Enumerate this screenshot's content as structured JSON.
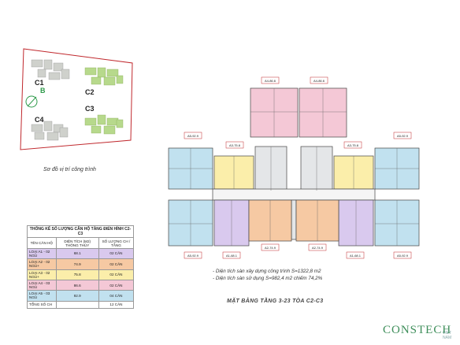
{
  "site_plan": {
    "labels": {
      "c1": "C1",
      "c2": "C2",
      "c3": "C3",
      "c4": "C4",
      "b": "B"
    },
    "caption": "Sơ đồ vị trí công trình",
    "colors": {
      "outline": "#c0282d",
      "grey_block": "#cfd1cc",
      "green_block": "#b7d98c"
    }
  },
  "stats_table": {
    "title": "THỐNG KÊ SỐ LƯỢNG CĂN HỘ TẦNG ĐIỂN HÌNH C2-C3",
    "headers": [
      "TÊN CĂN HỘ",
      "DIỆN TÍCH (M2) THÔNG THỦY",
      "SỐ LƯỢNG CH / TẦNG"
    ],
    "rows": [
      {
        "name": "LOẠI A1 - 02 NGỦ",
        "area": "68.1",
        "count": "02 CĂN",
        "color": "#d9c9ee"
      },
      {
        "name": "LOẠI A2 - 02 NGỦ+",
        "area": "74.9",
        "count": "02 CĂN",
        "color": "#f6c9a3"
      },
      {
        "name": "LOẠI A3 - 02 NGỦ+",
        "area": "75.8",
        "count": "02 CĂN",
        "color": "#fbeeaa"
      },
      {
        "name": "LOẠI A4 - 03 NGỦ",
        "area": "86.6",
        "count": "02 CĂN",
        "color": "#f4c8d6"
      },
      {
        "name": "LOẠI A5 - 03 NGỦ",
        "area": "92.9",
        "count": "04 CĂN",
        "color": "#c1e1ef"
      }
    ],
    "total": {
      "name": "TỔNG SỐ CH",
      "count": "12 CĂN"
    }
  },
  "floor_plan": {
    "tags": {
      "a4_left": "A4-86.6",
      "a4_right": "A4-86.6",
      "a5_tl": "A5-92.9",
      "a5_tr": "A5-92.9",
      "a5_bl": "A5-92.9",
      "a5_br": "A5-92.9",
      "a3_left": "A3-75.8",
      "a3_right": "A3-75.8",
      "a1_left": "A1-68.1",
      "a1_right": "A1-68.1",
      "a2_left": "A2-74.9",
      "a2_right": "A2-74.9"
    },
    "colors": {
      "a1": "#d9c9ee",
      "a2": "#f6c9a3",
      "a3": "#fbeeaa",
      "a4": "#f4c8d6",
      "a5": "#c1e1ef",
      "core": "#e4e6e8"
    },
    "notes": [
      "- Diện tích sàn xây dựng công trình S=1322,8 m2",
      "- Diện tích sàn sử dụng S=982,4 m2 chiếm 74,2%"
    ],
    "title": "MẶT BẰNG TẦNG 3-23 TÒA C2-C3"
  },
  "brand": {
    "name": "CONSTECH",
    "sub": "VIET NAM"
  }
}
